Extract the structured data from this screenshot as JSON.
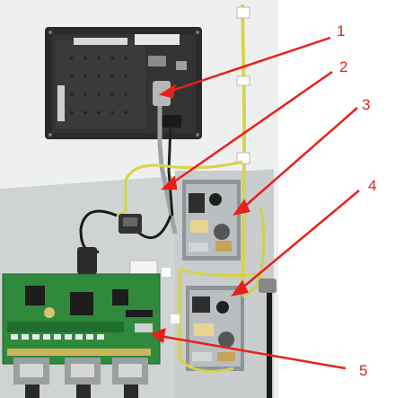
{
  "callouts": [
    {
      "label": "1"
    },
    {
      "label": "2"
    },
    {
      "label": "3"
    },
    {
      "label": "4"
    },
    {
      "label": "5"
    }
  ],
  "colors": {
    "callout": "#e8201a",
    "wall": "#f2f2f2",
    "panel": "#cfd2d2",
    "hmi_body": "#2a2a2c",
    "pcb_green": "#2f8a3c",
    "cable_yellow": "#d8d24a"
  }
}
